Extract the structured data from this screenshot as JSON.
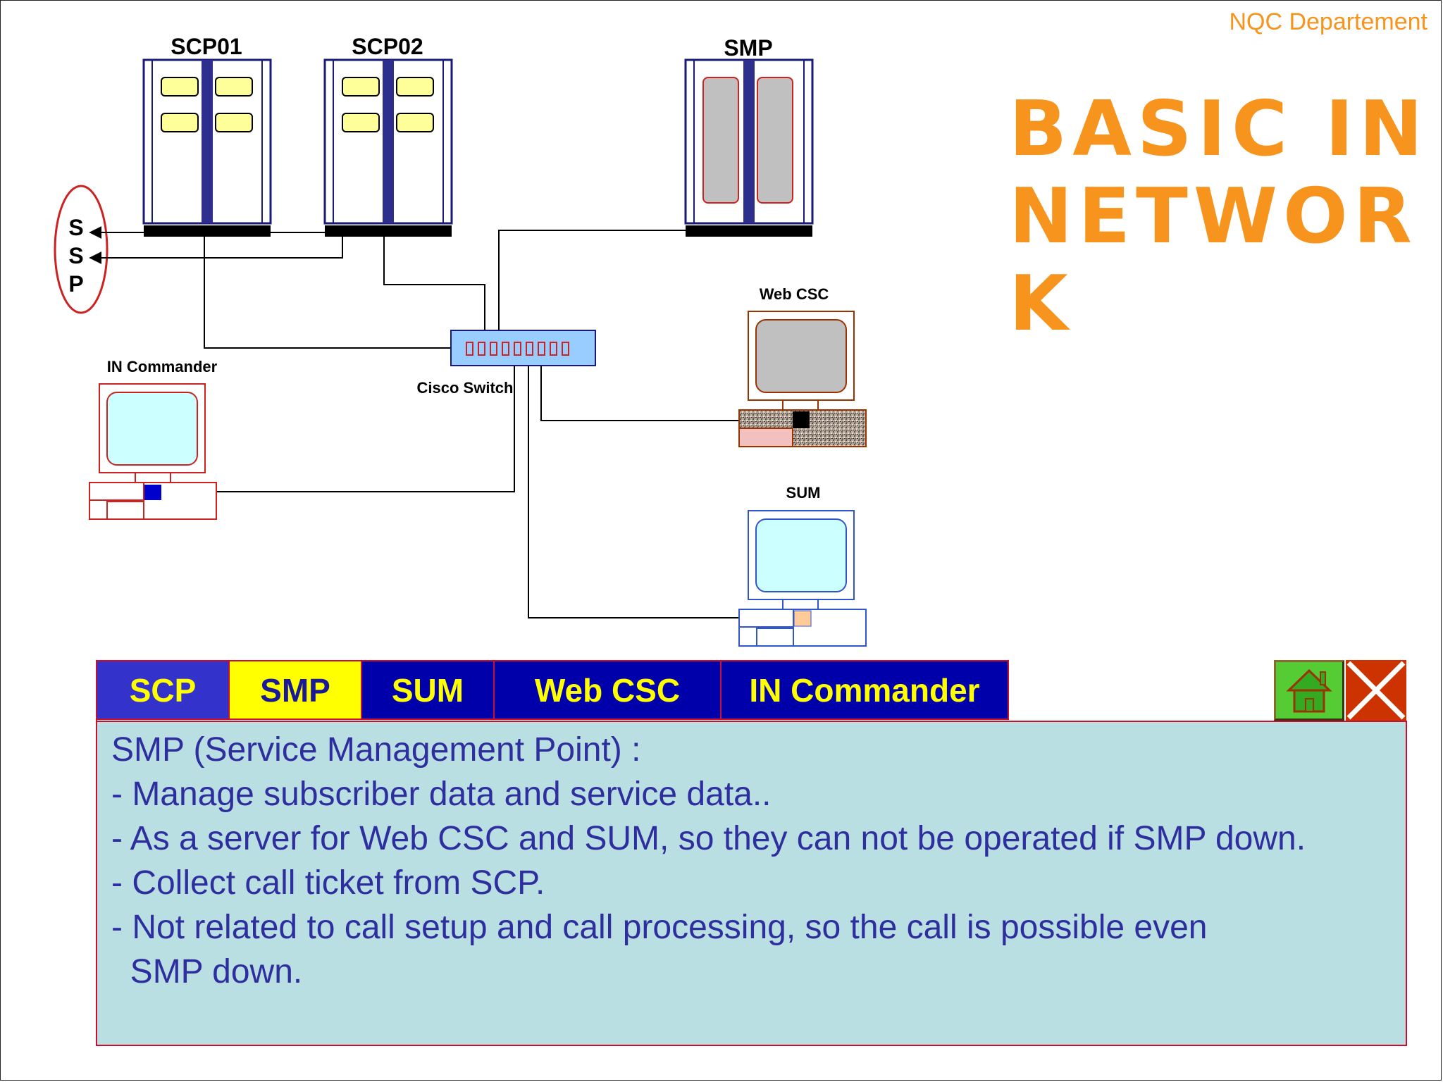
{
  "header": {
    "department": "NQC Departement",
    "title_lines": [
      "BASIC IN",
      "NETWOR",
      "K"
    ]
  },
  "colors": {
    "title_orange": "#f7941d",
    "tab_blue": "#0000aa",
    "tab_active_yellow": "#ffff00",
    "content_bg": "#b9dfe3",
    "content_text": "#2e2e9e",
    "border_red": "#c8102e"
  },
  "diagram": {
    "scp01_label": "SCP01",
    "scp02_label": "SCP02",
    "smp_label": "SMP",
    "ssp_letters": [
      "S",
      "S",
      "P"
    ],
    "switch_label": "Cisco Switch",
    "in_commander_label": "IN Commander",
    "web_csc_label": "Web CSC",
    "sum_label": "SUM"
  },
  "tabs": [
    {
      "label": "SCP",
      "active": false
    },
    {
      "label": "SMP",
      "active": true
    },
    {
      "label": "SUM",
      "active": false
    },
    {
      "label": "Web CSC",
      "active": false
    },
    {
      "label": "IN Commander",
      "active": false
    }
  ],
  "buttons": {
    "home_icon": "home-icon",
    "close_icon": "close-x-icon"
  },
  "content": {
    "lines": [
      "SMP (Service Management Point) :",
      "- Manage subscriber data and service data..",
      "- As a server for Web CSC and SUM, so they can not be operated if SMP down.",
      "- Collect call ticket from SCP.",
      "- Not related to call setup and call processing, so the call is possible even",
      "  SMP down."
    ]
  }
}
